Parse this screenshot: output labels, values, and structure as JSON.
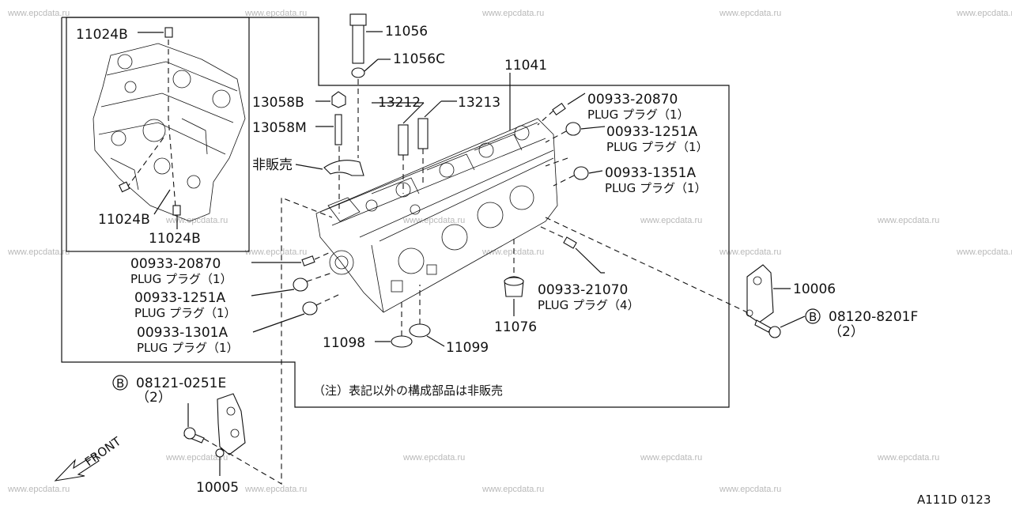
{
  "watermark": "www.epcdata.ru",
  "figure_code": "A111D 0123",
  "note": "（注）表記以外の構成部品は非販売",
  "not_for_sale": "非販売",
  "front_label": "FRONT",
  "circled_b": "B",
  "parts": {
    "p11024b_top": "11024B",
    "p11024b_left": "11024B",
    "p11024b_bottom": "11024B",
    "p11056": "11056",
    "p11056c": "11056C",
    "p11041": "11041",
    "p13058b": "13058B",
    "p13058m": "13058M",
    "p13212": "13212",
    "p13213": "13213",
    "plug_r1_code": "00933-20870",
    "plug_r1_desc": "PLUG プラグ（1）",
    "plug_r2_code": "00933-1251A",
    "plug_r2_desc": "PLUG プラグ（1）",
    "plug_r3_code": "00933-1351A",
    "plug_r3_desc": "PLUG プラグ（1）",
    "plug_l1_code": "00933-20870",
    "plug_l1_desc": "PLUG プラグ（1）",
    "plug_l2_code": "00933-1251A",
    "plug_l2_desc": "PLUG プラグ（1）",
    "plug_l3_code": "00933-1301A",
    "plug_l3_desc": "PLUG プラグ（1）",
    "plug_b_code": "00933-21070",
    "plug_b_desc": "PLUG プラグ（4）",
    "p11076": "11076",
    "p11098": "11098",
    "p11099": "11099",
    "p10006": "10006",
    "bolt_r_code": "08120-8201F",
    "bolt_r_qty": "（2）",
    "bolt_l_code": "08121-0251E",
    "bolt_l_qty": "（2）",
    "p10005": "10005"
  }
}
